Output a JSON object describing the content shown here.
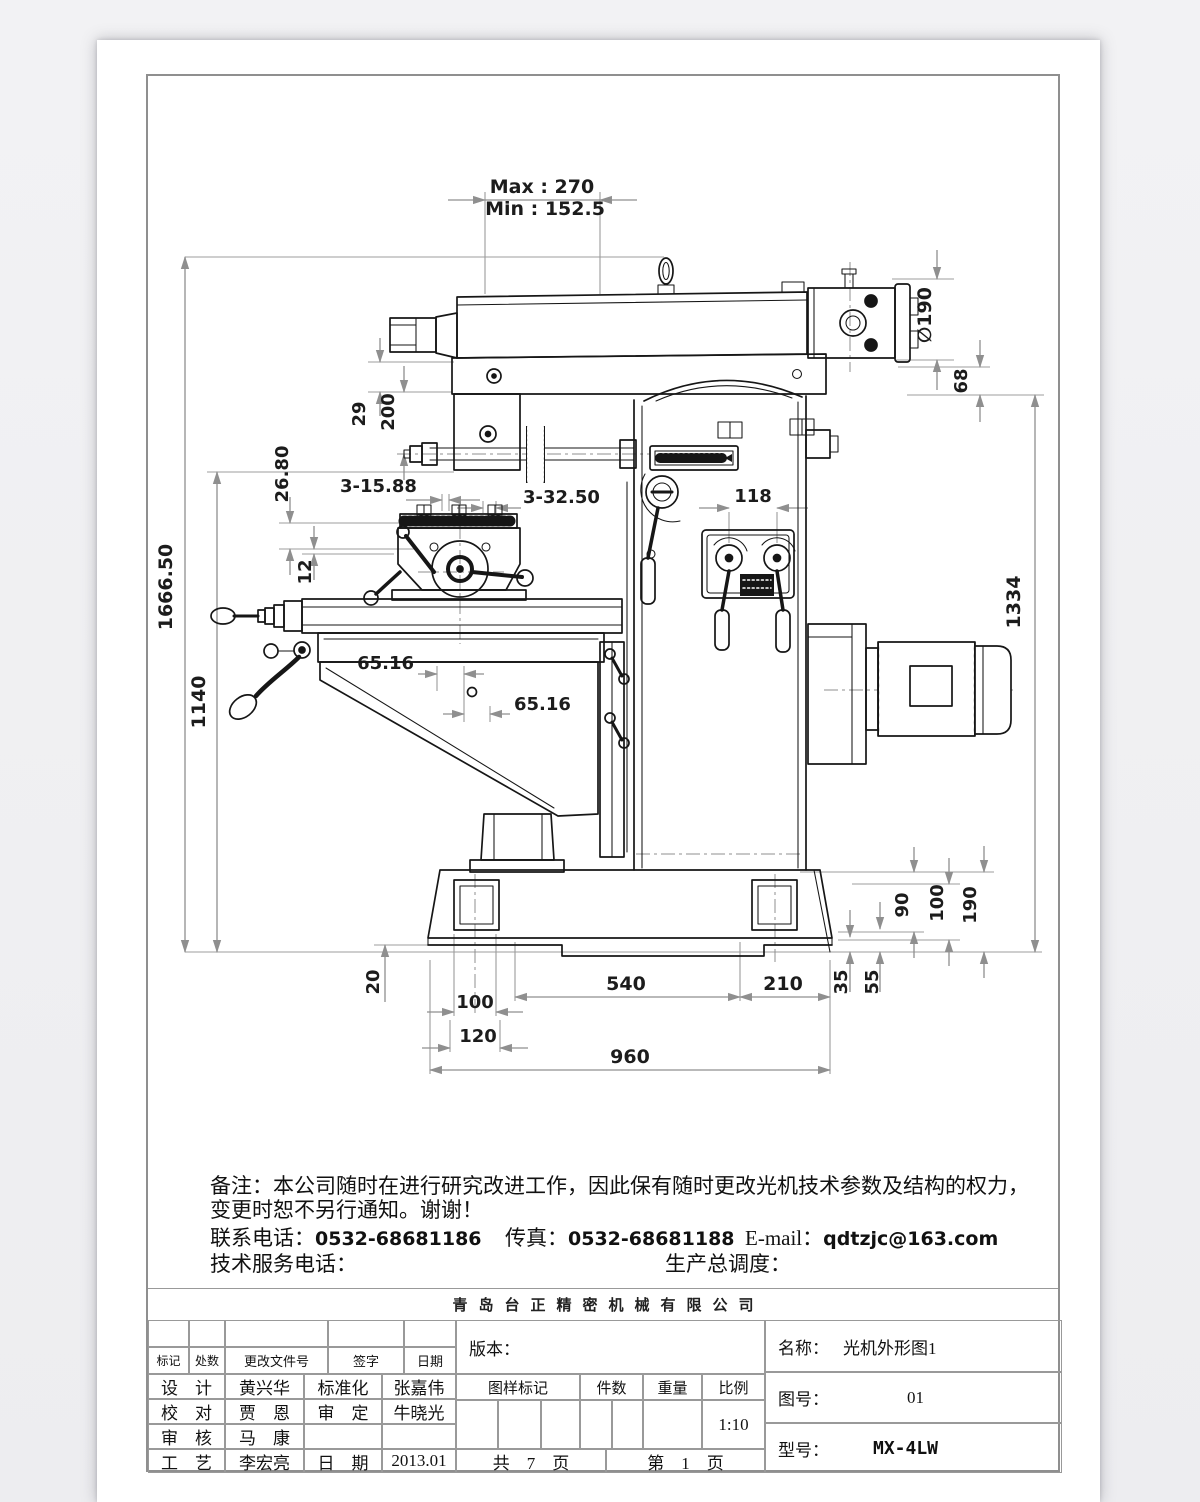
{
  "dims": {
    "max": "Max : 270",
    "min": "Min : 152.5",
    "h1666": "1666.50",
    "h1140": "1140",
    "d29": "29",
    "d200": "200",
    "d2680": "26.80",
    "d12": "12",
    "slot1588": "3-15.88",
    "slot3250": "3-32.50",
    "d118": "118",
    "d6516a": "65.16",
    "d6516b": "65.16",
    "dia190": "∅190",
    "d68": "68",
    "d1334": "1334",
    "d90": "90",
    "d100r": "100",
    "d190r": "190",
    "d35": "35",
    "d55": "55",
    "d20": "20",
    "d100b": "100",
    "d120": "120",
    "d540": "540",
    "d210": "210",
    "d960": "960"
  },
  "notes": {
    "line1": "备注：本公司随时在进行研究改进工作，因此保有随时更改光机技术参数及结构的权力，",
    "line2": "变更时恕不另行通知。谢谢！",
    "contact_label": "联系电话：",
    "contact_phone": "0532-68681186",
    "fax_label": "传真：",
    "fax_phone": "0532-68681188",
    "email_label": "E-mail：",
    "email": "qdtzjc@163.com",
    "service_label": "技术服务电话：",
    "dispatch_label": "生产总调度："
  },
  "company": "青岛台正精密机械有限公司",
  "titleblock": {
    "rev_headers": [
      "标记",
      "处数",
      "更改文件号",
      "签字",
      "日期"
    ],
    "rows": [
      {
        "c1": "设　计",
        "c2": "黄兴华",
        "c3": "标准化",
        "c4": "张嘉伟"
      },
      {
        "c1": "校　对",
        "c2": "贾　恩",
        "c3": "审　定",
        "c4": "牛晓光"
      },
      {
        "c1": "审　核",
        "c2": "马　康",
        "c3": "",
        "c4": ""
      },
      {
        "c1": "工　艺",
        "c2": "李宏亮",
        "c3": "日　期",
        "c4": "2013.01"
      }
    ],
    "version_label": "版本：",
    "mid_headers": [
      "图样标记",
      "件数",
      "重量",
      "比例"
    ],
    "scale": "1:10",
    "pages_total": "共　7　页",
    "page_current": "第　1　页",
    "name_label": "名称：",
    "name_value": "光机外形图1",
    "drawing_no_label": "图号：",
    "drawing_no": "01",
    "model_label": "型号：",
    "model": "MX-4LW"
  }
}
